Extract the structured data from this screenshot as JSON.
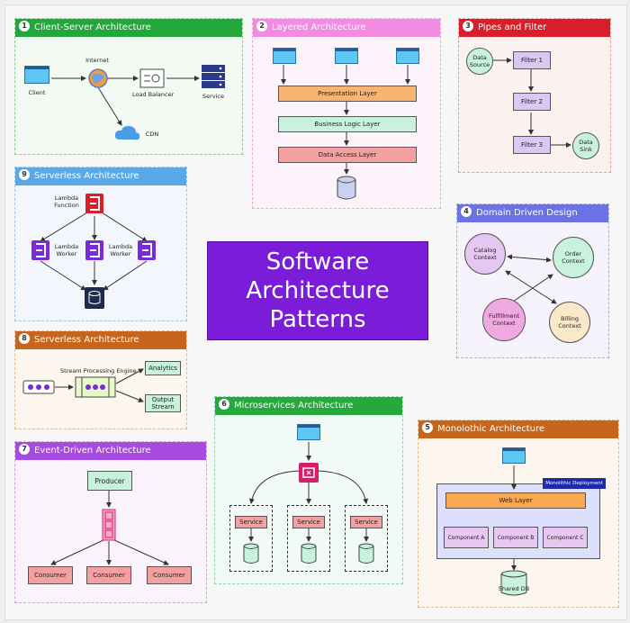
{
  "title": {
    "lines": [
      "Software",
      "Architecture",
      "Patterns"
    ]
  },
  "panels": {
    "client_server": {
      "num": "1",
      "title": "Client-Server Architecture",
      "color": "#22a83a",
      "labels": {
        "internet": "Internet",
        "client": "Client",
        "load_balancer": "Load Balancer",
        "service": "Service",
        "cdn": "CDN"
      }
    },
    "layered": {
      "num": "2",
      "title": "Layered Architecture",
      "color": "#f28ce2",
      "layers": [
        "Presentation Layer",
        "Business Logic Layer",
        "Data Access Layer"
      ]
    },
    "pipes": {
      "num": "3",
      "title": "Pipes and Filter",
      "color": "#d81e2a",
      "source": "Data Source",
      "sink": "Data Sink",
      "filters": [
        "Filter 1",
        "Filter 2",
        "Filter 3"
      ]
    },
    "ddd": {
      "num": "4",
      "title": "Domain Driven Design",
      "color": "#6a72e6",
      "contexts": [
        "Catalog Context",
        "Order Context",
        "Fulfillment Context",
        "Billing Context"
      ]
    },
    "monolithic": {
      "num": "5",
      "title": "Monolothic Architecture",
      "color": "#c8651c",
      "deployment": "Monolithic Deployment",
      "web_layer": "Web Layer",
      "components": [
        "Component A",
        "Component B",
        "Component C"
      ],
      "db": "Shared DB"
    },
    "microservices": {
      "num": "6",
      "title": "Microservices Architecture",
      "color": "#27a83c",
      "services": [
        "Service",
        "Service",
        "Service"
      ]
    },
    "event_driven": {
      "num": "7",
      "title": "Event-Driven Architecture",
      "color": "#a64ae0",
      "producer": "Producer",
      "consumers": [
        "Consumer",
        "Consumer",
        "Consumer"
      ]
    },
    "serverless_stream": {
      "num": "8",
      "title": "Serverless Architecture",
      "color": "#c8651c",
      "engine": "Stream Processing Engine",
      "outputs": [
        "Analytics",
        "Output Stream"
      ]
    },
    "serverless_lambda": {
      "num": "9",
      "title": "Serverless Architecture",
      "color": "#5aa8e8",
      "function": "Lambda Function",
      "worker": "Lambda Worker"
    }
  }
}
